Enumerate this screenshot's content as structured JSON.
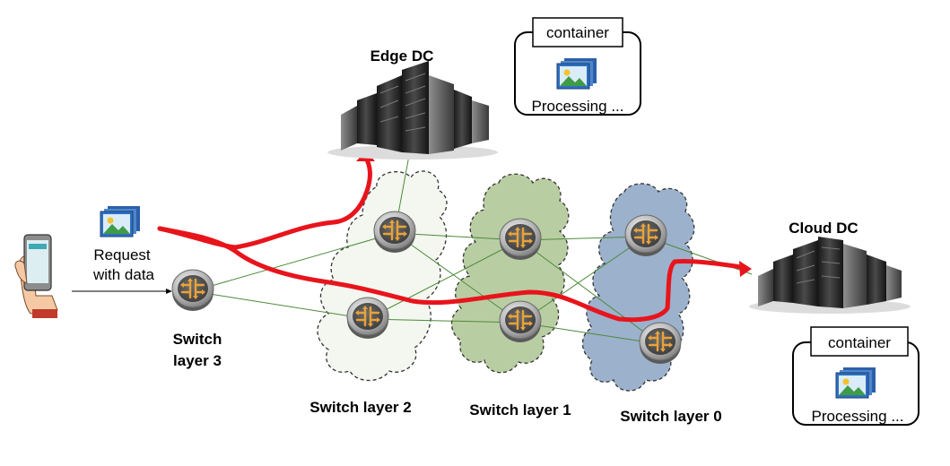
{
  "labels": {
    "edge_dc": "Edge DC",
    "cloud_dc": "Cloud DC",
    "request_line1": "Request",
    "request_line2": "with data",
    "switch3_line1": "Switch",
    "switch3_line2": "layer 3",
    "switch_layer2": "Switch layer 2",
    "switch_layer1": "Switch layer 1",
    "switch_layer0": "Switch layer 0"
  },
  "containers": {
    "edge": {
      "title": "container",
      "status": "Processing ..."
    },
    "cloud": {
      "title": "container",
      "status": "Processing ..."
    }
  },
  "colors": {
    "path_red": "#e8141c",
    "link_green": "#4c8a3a",
    "cloud_layer2": "#f3f7ef",
    "cloud_layer1": "#b9cda3",
    "cloud_layer0": "#9cb1cc",
    "switch_orange": "#e8a23a"
  }
}
